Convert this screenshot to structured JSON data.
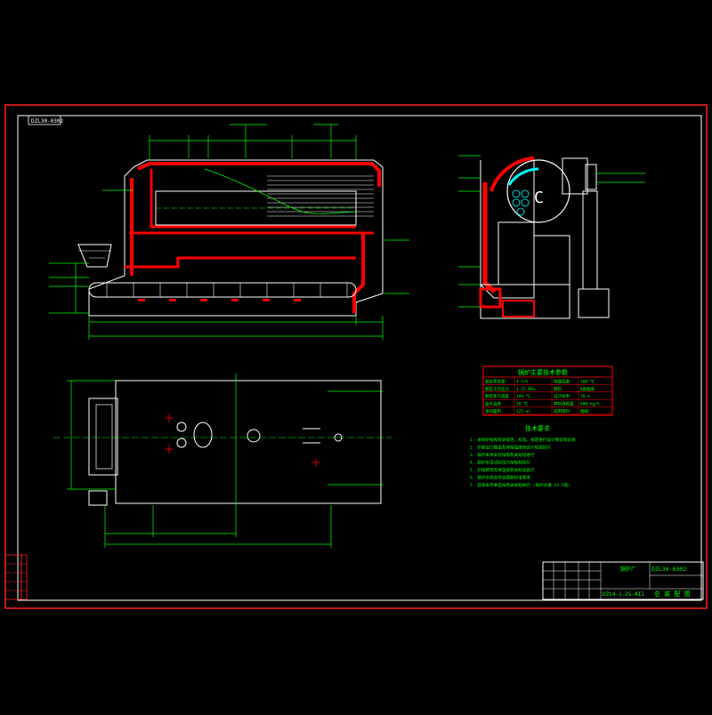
{
  "drawing": {
    "code_tag": "DZL30-0302",
    "tech_title": "技术要求",
    "table_title": "锅炉主要技术参数",
    "tech_notes": [
      "1. 本锅炉按照有关规范、标准、规定进行设计制造和验收",
      "2. 炉膛出口烟温及排烟温度按设计规定执行",
      "3. 锅炉本体安装按照有关规程进行",
      "4. 锅炉水压试验压力按规程执行",
      "5. 炉墙砌筑及保温按有关标准执行",
      "6. 锅炉水质应符合国家标准要求",
      "7. 其余未尽事宜按有关规程执行 (锅炉总重 24.5吨)"
    ],
    "params": [
      [
        "额定蒸发量",
        "4 t/h",
        "排烟温度",
        "160 ℃"
      ],
      [
        "额定工作压力",
        "1.25 MPa",
        "燃料",
        "Ⅱ类烟煤"
      ],
      [
        "额定蒸汽温度",
        "194 ℃",
        "设计效率",
        "78 %"
      ],
      [
        "给水温度",
        "20 ℃",
        "燃料消耗量",
        "680 kg/h"
      ],
      [
        "受热面积",
        "125 m²",
        "适用燃料",
        "烟煤"
      ]
    ],
    "title_block": {
      "drawing_no": "DZL30-0302",
      "model": "DZL4-1.25-AII",
      "name": "总 装 配 图",
      "company": "锅炉厂"
    }
  },
  "colors": {
    "lines": "#ffffff",
    "refractory": "#ff0000",
    "dims": "#00ff00",
    "water": "#00ffff",
    "frame": "#ff0000",
    "background": "#000000"
  }
}
